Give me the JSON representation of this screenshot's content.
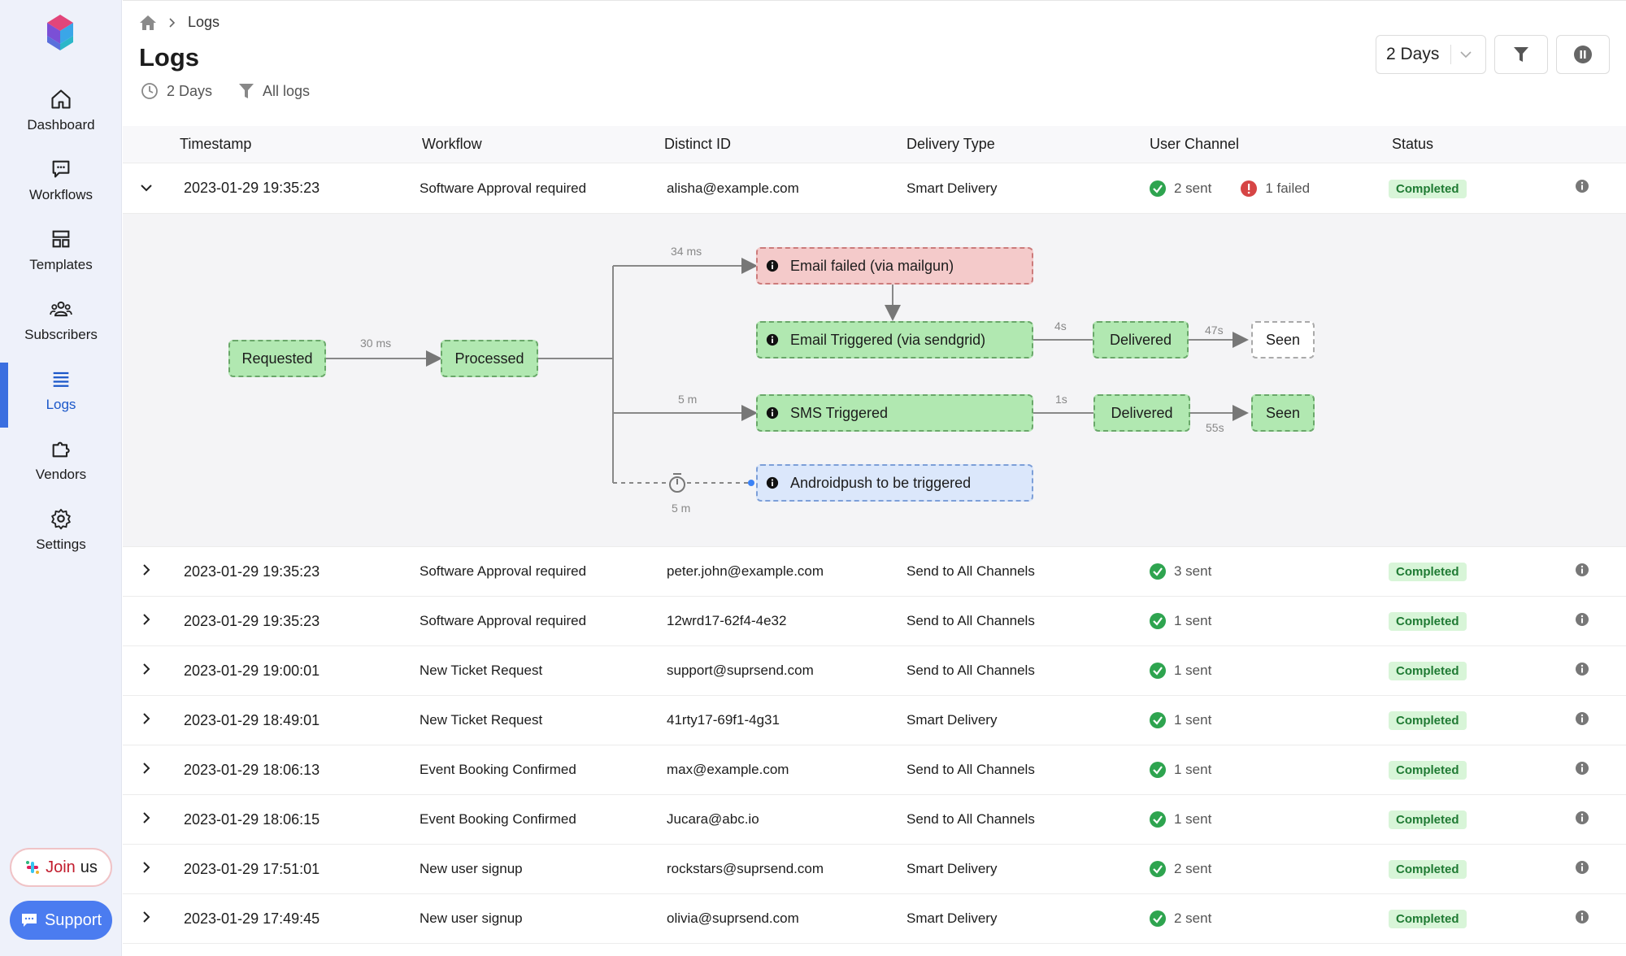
{
  "sidebar": {
    "items": [
      {
        "label": "Dashboard"
      },
      {
        "label": "Workflows"
      },
      {
        "label": "Templates"
      },
      {
        "label": "Subscribers"
      },
      {
        "label": "Logs"
      },
      {
        "label": "Vendors"
      },
      {
        "label": "Settings"
      }
    ],
    "join_label": "Join",
    "join_label_us": "us",
    "support_label": "Support"
  },
  "header": {
    "breadcrumb_current": "Logs",
    "title": "Logs",
    "meta_days": "2 Days",
    "meta_filter": "All logs",
    "days_select": "2 Days"
  },
  "table": {
    "columns": [
      "Timestamp",
      "Workflow",
      "Distinct ID",
      "Delivery Type",
      "User Channel",
      "Status"
    ],
    "expanded_row": {
      "timestamp": "2023-01-29 19:35:23",
      "workflow": "Software Approval required",
      "distinct_id": "alisha@example.com",
      "delivery_type": "Smart Delivery",
      "sent": "2 sent",
      "failed": "1 failed",
      "status": "Completed"
    },
    "rows": [
      {
        "timestamp": "2023-01-29 19:35:23",
        "workflow": "Software Approval required",
        "distinct_id": "peter.john@example.com",
        "delivery_type": "Send to All Channels",
        "sent": "3 sent",
        "status": "Completed"
      },
      {
        "timestamp": "2023-01-29 19:35:23",
        "workflow": "Software Approval required",
        "distinct_id": "12wrd17-62f4-4e32",
        "delivery_type": "Send to All Channels",
        "sent": "1 sent",
        "status": "Completed"
      },
      {
        "timestamp": "2023-01-29 19:00:01",
        "workflow": "New Ticket Request",
        "distinct_id": "support@suprsend.com",
        "delivery_type": "Send to All Channels",
        "sent": "1 sent",
        "status": "Completed"
      },
      {
        "timestamp": "2023-01-29 18:49:01",
        "workflow": "New Ticket Request",
        "distinct_id": "41rty17-69f1-4g31",
        "delivery_type": "Smart Delivery",
        "sent": "1 sent",
        "status": "Completed"
      },
      {
        "timestamp": "2023-01-29 18:06:13",
        "workflow": "Event Booking Confirmed",
        "distinct_id": "max@example.com",
        "delivery_type": "Send to All Channels",
        "sent": "1 sent",
        "status": "Completed"
      },
      {
        "timestamp": "2023-01-29 18:06:15",
        "workflow": "Event Booking Confirmed",
        "distinct_id": "Jucara@abc.io",
        "delivery_type": "Send to All Channels",
        "sent": "1 sent",
        "status": "Completed"
      },
      {
        "timestamp": "2023-01-29 17:51:01",
        "workflow": "New user signup",
        "distinct_id": "rockstars@suprsend.com",
        "delivery_type": "Smart Delivery",
        "sent": "2 sent",
        "status": "Completed"
      },
      {
        "timestamp": "2023-01-29 17:49:45",
        "workflow": "New user signup",
        "distinct_id": "olivia@suprsend.com",
        "delivery_type": "Smart Delivery",
        "sent": "2 sent",
        "status": "Completed"
      }
    ]
  },
  "flow": {
    "requested": "Requested",
    "processed": "Processed",
    "edge_req_proc": "30 ms",
    "email_failed": "Email failed (via mailgun)",
    "edge_email_failed": "34 ms",
    "email_triggered": "Email Triggered (via sendgrid)",
    "edge_email_delivered": "4s",
    "delivered_1": "Delivered",
    "edge_seen_1": "47s",
    "seen_1": "Seen",
    "sms_triggered": "SMS Triggered",
    "edge_sms": "5 m",
    "edge_sms_delivered": "1s",
    "delivered_2": "Delivered",
    "edge_seen_2": "55s",
    "seen_2": "Seen",
    "androidpush": "Androidpush to be triggered",
    "edge_android": "5 m"
  }
}
